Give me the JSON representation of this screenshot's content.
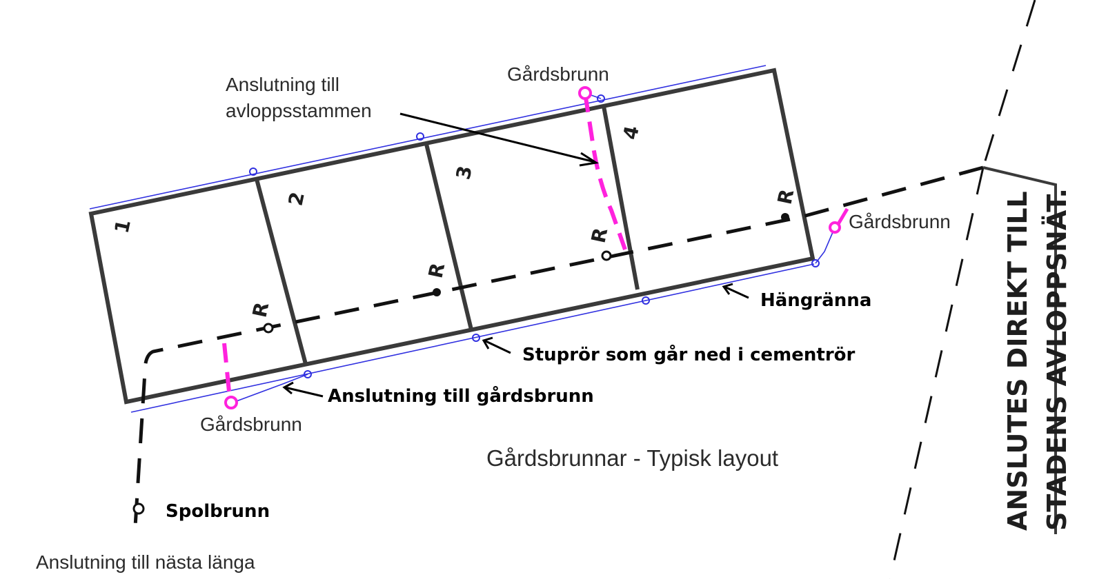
{
  "labels": {
    "anslutning_avlopp_line1": "Anslutning till",
    "anslutning_avlopp_line2": "avloppsstammen",
    "gardsbrunn_top": "Gårdsbrunn",
    "gardsbrunn_right": "Gårdsbrunn",
    "gardsbrunn_bottom": "Gårdsbrunn",
    "hangranna": "Hängränna",
    "stuprör": "Stuprör som går ned i cementrör",
    "anslutning_gardsbrunn": "Anslutning till gårdsbrunn",
    "title": "Gårdsbrunnar - Typisk layout",
    "spolbrunn": "Spolbrunn",
    "anslutning_nasta": "Anslutning till nästa länga"
  },
  "units": [
    "1",
    "2",
    "3",
    "4"
  ],
  "r_marks": [
    "R",
    "R",
    "R",
    "R"
  ],
  "stamp": {
    "line1": "ANSLUTES DIREKT TILL",
    "line2": "STADENS AVLOPPSNÄT."
  },
  "colors": {
    "walls": "#3a3a3a",
    "gutter": "#3030e0",
    "connection": "#ff22dd",
    "text": "#2b2b2b"
  }
}
